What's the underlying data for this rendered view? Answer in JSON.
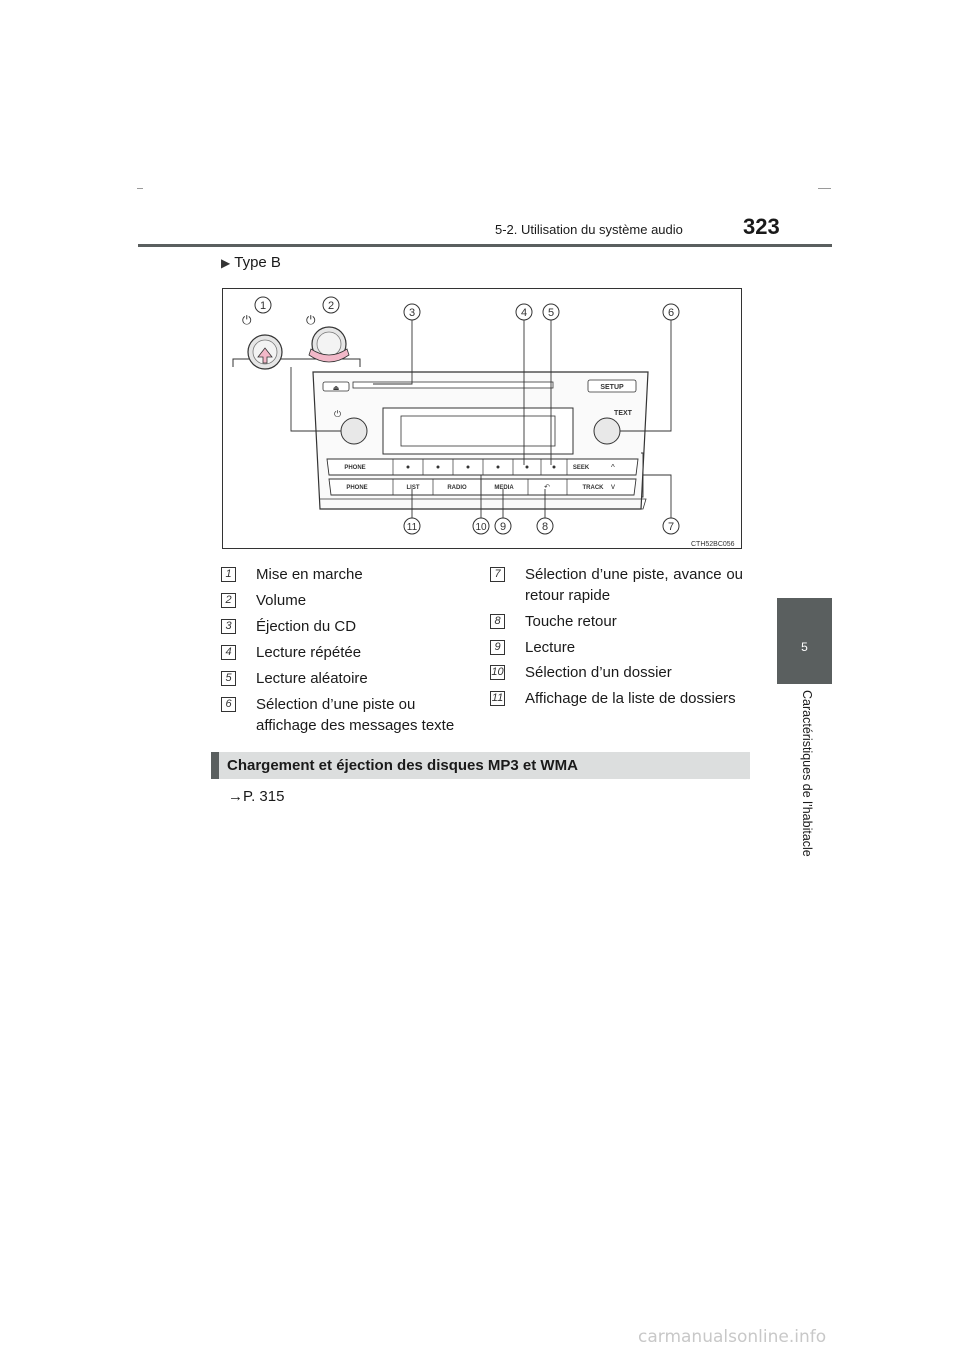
{
  "header": {
    "section": "5-2. Utilisation du système audio",
    "page_number": "323"
  },
  "side_tab": {
    "chapter_number": "5",
    "chapter_label": "Caractéristiques de l’habitacle"
  },
  "type_label": {
    "arrow_icon": "triangle-right-icon",
    "text": "Type B"
  },
  "figure": {
    "image_code": "CTH52BC056",
    "panel_labels": {
      "setup": "SETUP",
      "text": "TEXT",
      "phone_top": "PHONE",
      "phone_bottom": "PHONE",
      "seek": "SEEK",
      "list": "LIST",
      "radio": "RADIO",
      "media": "MEDIA",
      "track": "TRACK"
    },
    "callouts": [
      "1",
      "2",
      "3",
      "4",
      "5",
      "6",
      "7",
      "8",
      "9",
      "10",
      "11"
    ]
  },
  "legend": {
    "left": [
      {
        "num": "1",
        "text": "Mise en marche"
      },
      {
        "num": "2",
        "text": "Volume"
      },
      {
        "num": "3",
        "text": "Éjection du CD"
      },
      {
        "num": "4",
        "text": "Lecture répétée"
      },
      {
        "num": "5",
        "text": "Lecture aléatoire"
      },
      {
        "num": "6",
        "text": "Sélection d’une piste ou affichage des messages texte"
      }
    ],
    "right": [
      {
        "num": "7",
        "text": "Sélection d’une piste, avance ou retour rapide"
      },
      {
        "num": "8",
        "text": "Touche retour"
      },
      {
        "num": "9",
        "text": "Lecture"
      },
      {
        "num": "10",
        "text": "Sélection d’un dossier"
      },
      {
        "num": "11",
        "text": "Affichage de la liste de dossiers"
      }
    ]
  },
  "section": {
    "title": "Chargement et éjection des disques MP3 et WMA"
  },
  "reference": "→P. 315",
  "watermark": "carmanualsonline.info"
}
